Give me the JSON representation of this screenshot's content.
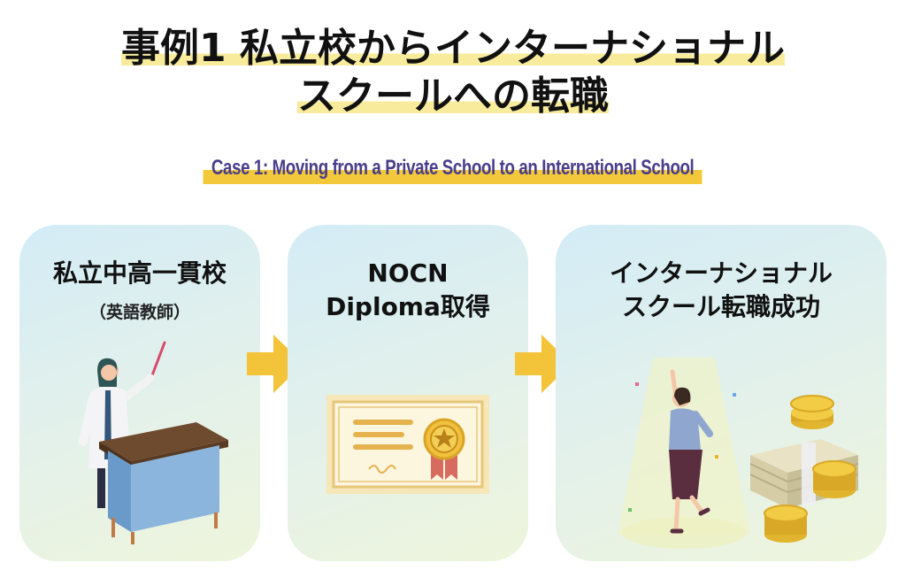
{
  "title": {
    "line1": "事例1 私立校からインターナショナル",
    "line2": "スクールへの転職"
  },
  "subtitle": "Case 1: Moving from a Private School to an International School",
  "steps": [
    {
      "title": "私立中高一貫校",
      "sub": "（英語教師）",
      "illustration": "teacher-at-desk"
    },
    {
      "title_line1": "NOCN",
      "title_line2": "Diploma取得",
      "illustration": "certificate"
    },
    {
      "title_line1": "インターナショナル",
      "title_line2": "スクール転職成功",
      "illustration": "celebrating-woman-with-money"
    }
  ],
  "colors": {
    "arrow": "#f3c33a",
    "subtitle_text": "#4a3d8a",
    "subtitle_highlight": "#f3c93b",
    "title_highlight": "#f8ec9c"
  }
}
